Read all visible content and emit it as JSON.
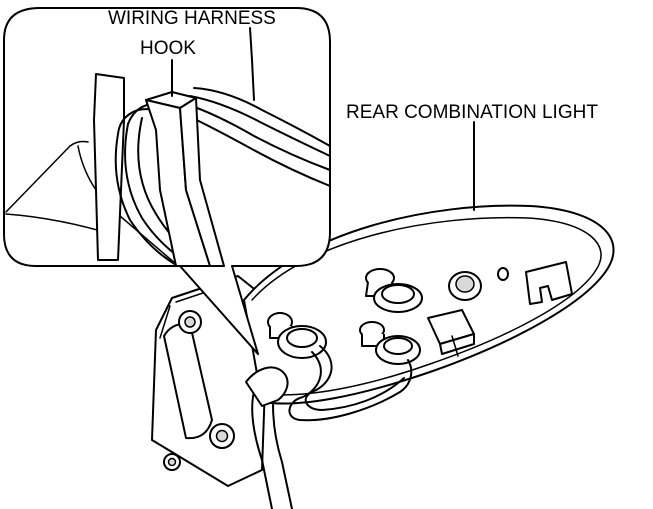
{
  "labels": {
    "wiring_harness": "WIRING HARNESS",
    "hook": "HOOK",
    "rear_combination_light": "REAR COMBINATION LIGHT"
  }
}
